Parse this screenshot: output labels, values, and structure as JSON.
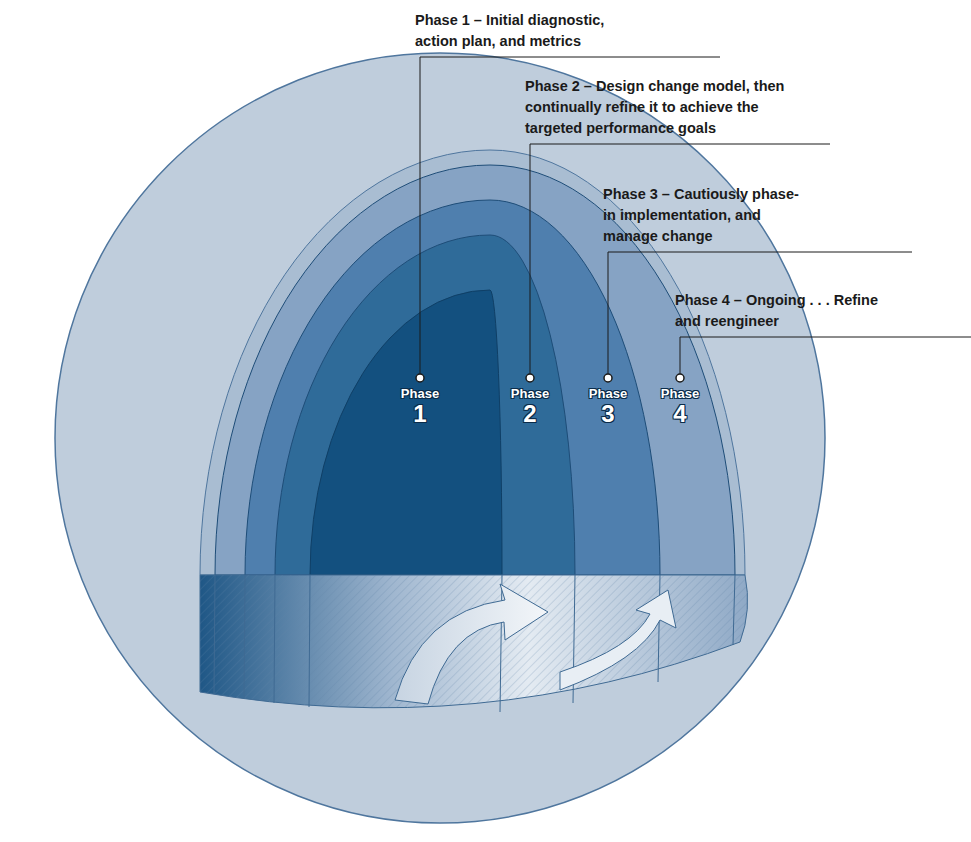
{
  "diagram": {
    "nodes": [
      {
        "text": [
          "Phase",
          "1"
        ]
      },
      {
        "text": [
          "Phase",
          "2"
        ]
      },
      {
        "text": [
          "Phase",
          "3"
        ]
      },
      {
        "text": [
          "Phase",
          "4"
        ]
      }
    ],
    "labels": [
      "Phase 1 – Initial diagnostic, action plan, and metrics",
      "Phase 2 – Design change model, then continually refine it to achieve the targeted performance goals",
      "Phase 3 – Cautiously phase-in implementation, and manage change",
      "Phase 4 – Ongoing . . . Refine and reengineer"
    ]
  }
}
